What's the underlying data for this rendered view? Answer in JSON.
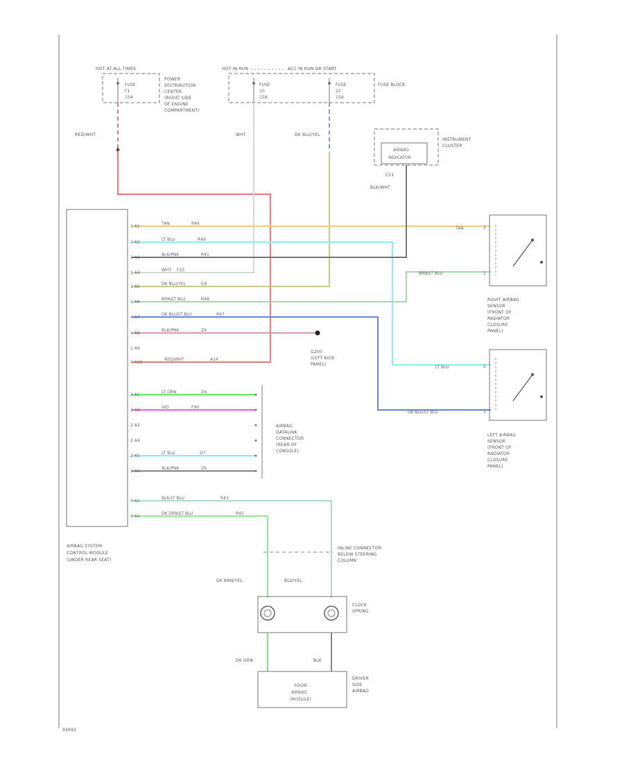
{
  "header": {
    "hot_at_all_times": "HOT AT ALL TIMES",
    "hot_in_run": "HOT IN RUN",
    "acc_run": "ACC IN RUN OR START",
    "fuse_block": "FUSE BLOCK"
  },
  "fuses": [
    {
      "l1": "FUSE",
      "l2": "F1",
      "l3": "15A"
    },
    {
      "l1": "FUSE",
      "l2": "10",
      "l3": "15A"
    },
    {
      "l1": "FUSE",
      "l2": "22",
      "l3": "15A"
    }
  ],
  "pdc": {
    "l1": "POWER",
    "l2": "DISTRIBUTION",
    "l3": "CENTER",
    "l4": "(RIGHT SIDE",
    "l5": "OF ENGINE",
    "l6": "COMPARTMENT)"
  },
  "cluster": {
    "lamp_l1": "AIRBAG",
    "lamp_l2": "INDICATOR",
    "name_l1": "INSTRUMENT",
    "name_l2": "CLUSTER"
  },
  "wire_labels": {
    "red_wht": "RED/WHT",
    "wht": "WHT",
    "dk_blu_yel": "DK BLU/YEL",
    "blk_wht": "BLK/WHT",
    "c11": "C11",
    "tan": "TAN",
    "brn_lt_blu": "BRN/LT BLU",
    "lt_blu": "LT BLU",
    "dk_blu_lt_blu": "DK BLU/LT BLU",
    "dk_brn_yel": "DK BRN/YEL",
    "blu_yel": "BLU/YEL",
    "dk_grn": "DK GRN",
    "blk": "BLK"
  },
  "module_pins": [
    {
      "pin": "1 A1",
      "color": "TAN",
      "circuit": "R46"
    },
    {
      "pin": "1 A2",
      "color": "LT BLU",
      "circuit": "R49"
    },
    {
      "pin": "1 A3",
      "color": "BLK/PNK",
      "circuit": "R41"
    },
    {
      "pin": "1 A4",
      "color": "WHT",
      "circuit": "F23"
    },
    {
      "pin": "1 A5",
      "color": "DK BLU/YEL",
      "circuit": "G9"
    },
    {
      "pin": "1 A6",
      "color": "BRN/LT BLU",
      "circuit": "R48"
    },
    {
      "pin": "1 A7",
      "color": "DK BLU/LT BLU",
      "circuit": "R47"
    },
    {
      "pin": "1 A8",
      "color": "BLK/PNK",
      "circuit": "Z6"
    },
    {
      "pin": "1 A9",
      "color": "",
      "circuit": ""
    },
    {
      "pin": "1 A10",
      "color": "RED/WHT",
      "circuit": "A14"
    }
  ],
  "dlc_pins": [
    {
      "pin": "2 A1",
      "color": "LT GRN",
      "circuit": "D4"
    },
    {
      "pin": "2 A2",
      "color": "VIO",
      "circuit": "F90"
    },
    {
      "pin": "2 A3",
      "color": "",
      "circuit": ""
    },
    {
      "pin": "2 A4",
      "color": "",
      "circuit": ""
    },
    {
      "pin": "2 A5",
      "color": "LT BLU",
      "circuit": "D7"
    },
    {
      "pin": "2 A6",
      "color": "BLK/PNK",
      "circuit": "Z6"
    }
  ],
  "bottom_pins": [
    {
      "pin": "3 A1",
      "color": "BLK/LT BLU",
      "circuit": "R43"
    },
    {
      "pin": "3 A2",
      "color": "DK GRN/LT BLU",
      "circuit": "R45"
    }
  ],
  "ground": {
    "l1": "G200",
    "l2": "(LEFT KICK",
    "l3": "PANEL)"
  },
  "dlc": {
    "l1": "AIRBAG",
    "l2": "DATALINK",
    "l3": "CONNECTOR",
    "l4": "(REAR OF",
    "l5": "CONSOLE)"
  },
  "right_sensor": {
    "l1": "RIGHT AIRBAG",
    "l2": "SENSOR",
    "l3": "(FRONT OF",
    "l4": "RADIATOR",
    "l5": "CLOSURE",
    "l6": "PANEL)"
  },
  "left_sensor": {
    "l1": "LEFT AIRBAG",
    "l2": "SENSOR",
    "l3": "(FRONT OF",
    "l4": "RADIATOR",
    "l5": "CLOSURE",
    "l6": "PANEL)"
  },
  "module": {
    "l1": "AIRBAG SYSTEM",
    "l2": "CONTROL MODULE",
    "l3": "(UNDER REAR SEAT)"
  },
  "inline_connector": {
    "l1": "INLINE CONNECTOR",
    "l2": "BELOW STEERING",
    "l3": "COLUMN"
  },
  "clockspring": {
    "l1": "CLOCK",
    "l2": "SPRING"
  },
  "squib": {
    "l1": "SQUIB",
    "l2": "AIRBAG",
    "l3": "(MODULE)"
  },
  "driver_airbag": {
    "l1": "DRIVER",
    "l2": "SIDE",
    "l3": "AIRBAG"
  },
  "sensor_pins": {
    "p1": "1",
    "p2": "2"
  },
  "page_id": "92692"
}
